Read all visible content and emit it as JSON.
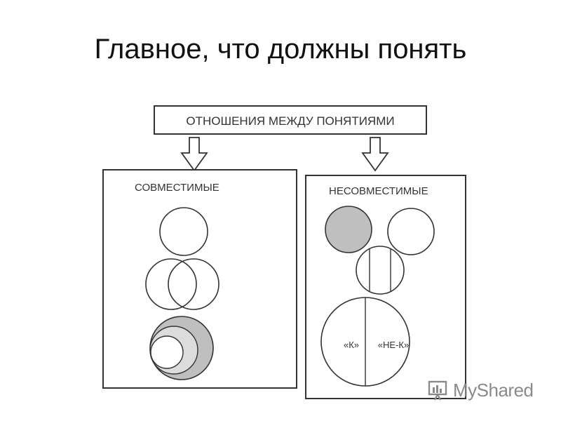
{
  "slide": {
    "title": "Главное, что должны понять"
  },
  "diagram": {
    "header": "ОТНОШЕНИЯ МЕЖДУ ПОНЯТИЯМИ",
    "left_box": {
      "label": "СОВМЕСТИМЫЕ"
    },
    "right_box": {
      "label": "НЕСОВМЕСТИМЫЕ"
    },
    "circle_k_label": "«К»",
    "circle_not_k_label": "«НЕ-К»"
  },
  "colors": {
    "line": "#333333",
    "shade_dark": "#bfbfbf",
    "shade_light": "#dcdcdc"
  },
  "watermark": {
    "logo_text": "MyShared",
    "icon": "presentation-board-icon"
  }
}
